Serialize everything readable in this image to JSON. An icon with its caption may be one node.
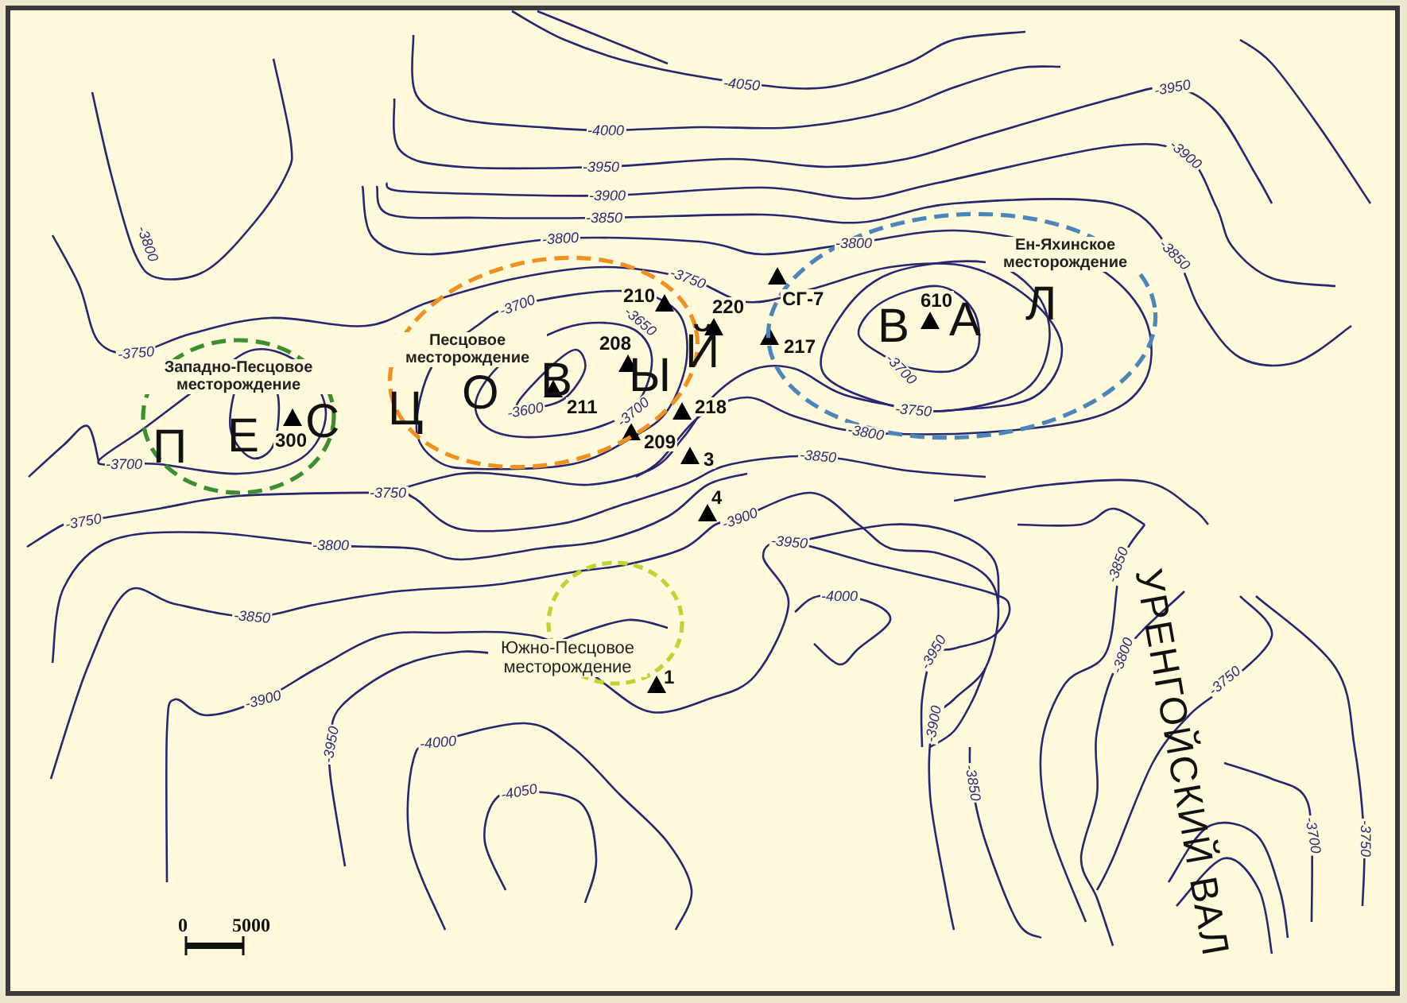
{
  "diagram": {
    "nodes": [
      {
        "text": [
          "Западно-Песцовое месторождение"
        ]
      },
      {
        "text": [
          "Песцовое месторождение"
        ]
      },
      {
        "text": [
          "Ен-Яхинское месторождение"
        ]
      },
      {
        "text": [
          "Южно-Песцовое месторождение"
        ]
      }
    ],
    "labels": [
      "-4050",
      "-4000",
      "-3950",
      "-3950",
      "-3900",
      "-3900",
      "-3850",
      "-3800",
      "-3800",
      "-3800",
      "-3850",
      "-3750",
      "210",
      "СГ-7",
      "610",
      "-3700",
      "220",
      "-3650",
      "208",
      "217",
      "-3750",
      "-3700",
      "-3600",
      "211",
      "218",
      "-3700",
      "-3750",
      "-3800",
      "300",
      "209",
      "3",
      "-3850",
      "-3700",
      "-3750",
      "4",
      "-3750",
      "-3800",
      "-3900",
      "-3950",
      "-3850",
      "-4000",
      "-3850",
      "-3950",
      "-3800",
      "1",
      "-3900",
      "-3750",
      "-3900",
      "-3950",
      "-4000",
      "-3850",
      "-4050",
      "-3700",
      "-3750",
      "0",
      "5000",
      "П",
      "Е",
      "С",
      "Ц",
      "О",
      "В",
      "Ы",
      "Й",
      "В",
      "А",
      "Л",
      "УРЕНГОЙСКИЙ ВАЛ"
    ]
  }
}
